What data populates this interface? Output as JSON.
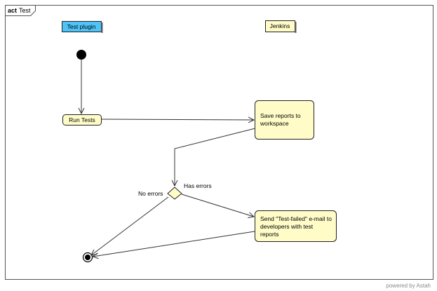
{
  "frame": {
    "keyword": "act",
    "name": "Test"
  },
  "partitions": [
    {
      "label": "Test plugin",
      "fill": "#4fc3f7"
    },
    {
      "label": "Jenkins",
      "fill": "#fffcc8"
    }
  ],
  "actions": [
    {
      "id": "run-tests",
      "lines": [
        "Run Tests"
      ]
    },
    {
      "id": "save-reports",
      "lines": [
        "Save reports to",
        "workspace"
      ]
    },
    {
      "id": "send-email",
      "lines": [
        "Send \"Test-failed\" e-mail to",
        "developers with test",
        "reports"
      ]
    }
  ],
  "guards": {
    "has_errors": "Has errors",
    "no_errors": "No errors"
  },
  "watermark": "powered by Astah",
  "colors": {
    "action_fill": "#fffcc8",
    "partition_blue": "#4fc3f7",
    "stroke": "#333333"
  }
}
